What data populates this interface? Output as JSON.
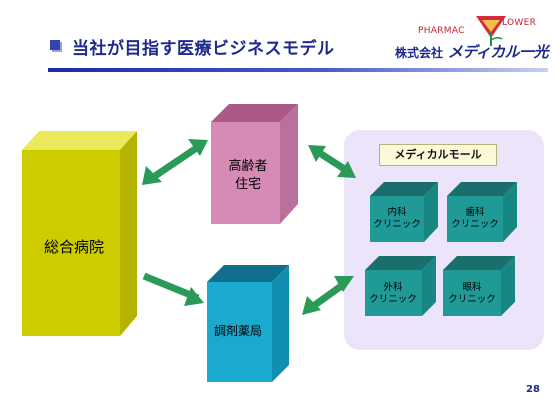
{
  "header": {
    "title": "当社が目指す医療ビジネスモデル",
    "brand_top": "PHARMAC",
    "brand_top_suffix": "LOWER",
    "brand_company_prefix": "株式会社",
    "brand_company_name": "メディカル一光"
  },
  "diagram": {
    "hospital": "総合病院",
    "elderly_housing": "高齢者\n住宅",
    "pharmacy": "調剤薬局",
    "medical_mall": {
      "label": "メディカルモール",
      "clinics": [
        "内科\nクリニック",
        "歯科\nクリニック",
        "外科\nクリニック",
        "眼科\nクリニック"
      ]
    }
  },
  "colors": {
    "hospital": "#cccc00",
    "housing": "#d68ab6",
    "pharmacy": "#1aa9cf",
    "clinic": "#1f9a96",
    "arrow": "#2a9a58",
    "mall_bg": "#ece4fb"
  },
  "footer": {
    "page_number": "28"
  }
}
